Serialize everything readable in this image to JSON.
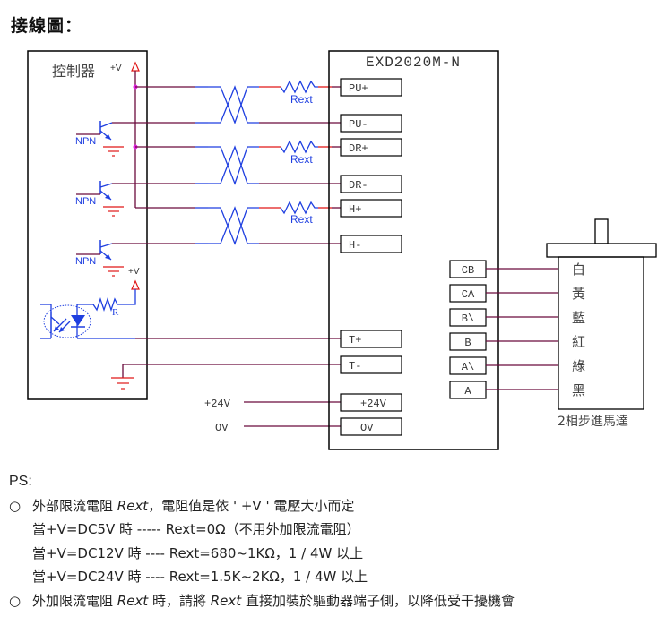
{
  "title": "接線圖：",
  "controller": {
    "label": "控制器",
    "vplus_label": "+V",
    "npn_label": "NPN",
    "vplus_label2": "+V",
    "r_label": "R"
  },
  "twisted_pairs": {
    "resistor_label": "Rext"
  },
  "driver": {
    "model": "EXD2020M-N",
    "left_terminals": [
      "PU+",
      "PU-",
      "DR+",
      "DR-",
      "H+",
      "H-",
      "T+",
      "T-",
      "+24V",
      "OV"
    ],
    "right_terminals": [
      "CB",
      "CA",
      "B\\",
      "B",
      "A\\",
      "A"
    ]
  },
  "power": {
    "v24_label": "+24V",
    "ov_label": "OV"
  },
  "motor": {
    "wire_colors": [
      "白",
      "黃",
      "藍",
      "紅",
      "綠",
      "黑"
    ],
    "caption": "2相步進馬達"
  },
  "notes": {
    "ps": "PS:",
    "bullet": "○",
    "line1_a": "外部限流電阻 ",
    "line1_rext": "Rext",
    "line1_b": "，電阻值是依 ' +V ' 電壓大小而定",
    "line2": "當+V=DC5V 時  ----- Rext=0Ω（不用外加限流電阻）",
    "line3": "當+V=DC12V 時  ---- Rext=680~1KΩ，1 / 4W 以上",
    "line4": "當+V=DC24V 時  ---- Rext=1.5K~2KΩ，1 / 4W 以上",
    "line5_a": "外加限流電阻 ",
    "line5_rext1": "Rext",
    "line5_b": " 時，請將 ",
    "line5_rext2": "Rext",
    "line5_c": " 直接加裝於驅動器端子側，以降低受干擾機會"
  },
  "colors": {
    "wire": "#6b0a3c",
    "blue": "#1f3fe0",
    "red": "#e01818",
    "junction": "#e020e0"
  }
}
